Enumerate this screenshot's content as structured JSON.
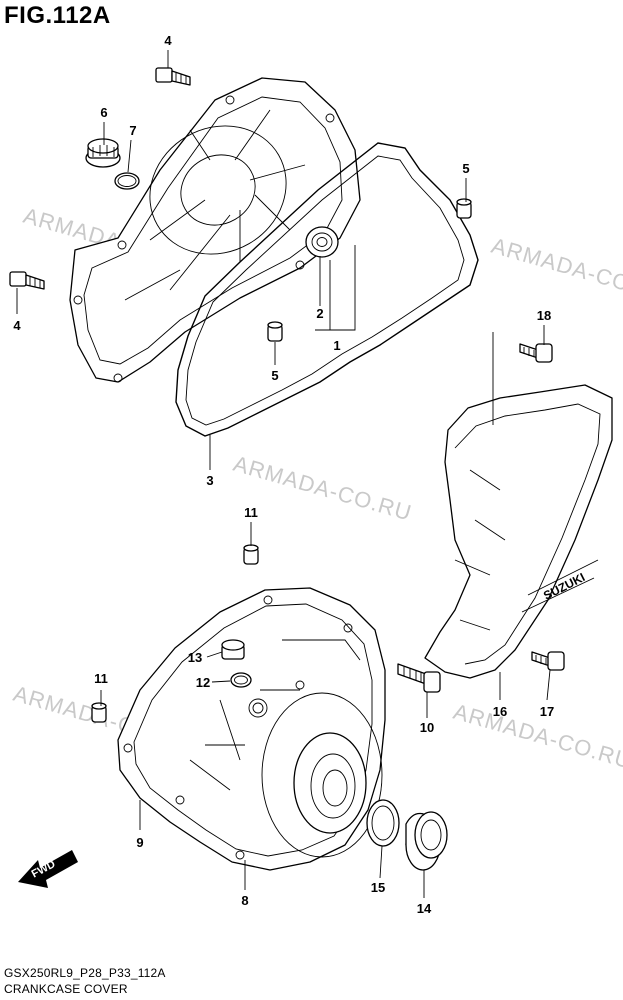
{
  "figure": {
    "title": "FIG.112A",
    "model_code": "GSX250RL9_P28_P33_112A",
    "caption": "CRANKCASE COVER"
  },
  "watermark": "ARMADA-CO.RU",
  "brand_mark": "SUZUKI",
  "direction_label": "FWD",
  "callouts": {
    "c1": "1",
    "c2": "2",
    "c3": "3",
    "c4a": "4",
    "c4b": "4",
    "c5a": "5",
    "c5b": "5",
    "c6": "6",
    "c7": "7",
    "c8": "8",
    "c9": "9",
    "c10": "10",
    "c11a": "11",
    "c11b": "11",
    "c12": "12",
    "c13": "13",
    "c14": "14",
    "c15": "15",
    "c16": "16",
    "c17": "17",
    "c18": "18"
  }
}
